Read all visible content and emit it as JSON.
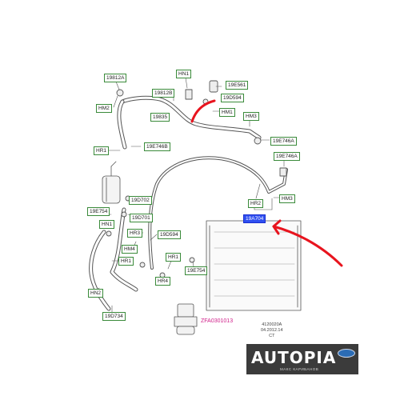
{
  "labels": {
    "l_19812A": "19812A",
    "l_HM2": "HM2",
    "l_HN1a": "HN1",
    "l_19812B": "19812B",
    "l_19E561": "19E561",
    "l_19D594a": "19D594",
    "l_HM1": "HM1",
    "l_19835": "19835",
    "l_HM3a": "HM3",
    "l_19E746Aa": "19E746A",
    "l_HR1a": "HR1",
    "l_19E746B": "19E746B",
    "l_19E746Ab": "19E746A",
    "l_19D702": "19D702",
    "l_19E754a": "19E754",
    "l_HR2": "HR2",
    "l_HM3b": "HM3",
    "l_19A704": "19A704",
    "l_HN1b": "HN1",
    "l_19D701": "19D701",
    "l_HR3": "HR3",
    "l_19D594b": "19D594",
    "l_HM4": "HM4",
    "l_HR1b": "HR1",
    "l_HR1c": "HR1",
    "l_19E754b": "19E754",
    "l_HR4": "HR4",
    "l_HN2": "HN2",
    "l_19D734": "19D734"
  },
  "part_code": "ZFA0301013",
  "drawing_info": [
    "4120020A",
    "04.2012.14",
    "CT"
  ],
  "brand": {
    "name": "AUTOPIA",
    "sub": "МАКС КАРИБАНОВ"
  },
  "colors": {
    "label_border": "#3a8a3a",
    "highlight": "#2f4ff0",
    "arrow": "#e8141e",
    "part_code": "#d0208a",
    "brand_bg": "#3b3b3b"
  }
}
